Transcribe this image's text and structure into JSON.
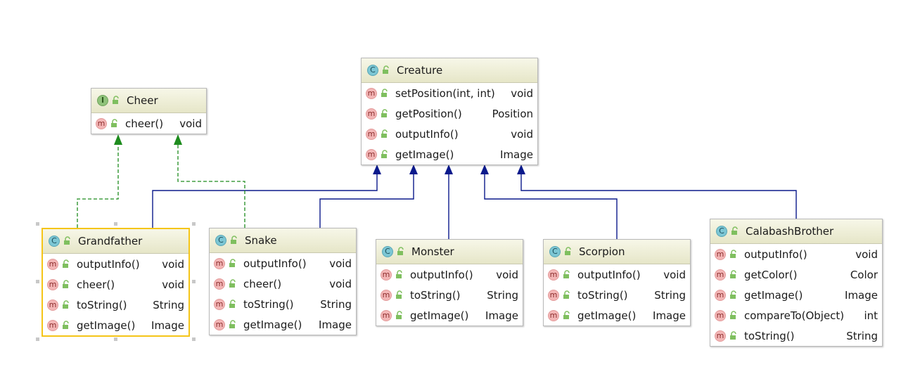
{
  "colors": {
    "inheritance": "#0b1a8c",
    "realization": "#1e8c1e",
    "selection": "#f5c518",
    "header": "#ecebd0"
  },
  "classes": {
    "cheer": {
      "kind": "I",
      "name": "Cheer",
      "methods": [
        {
          "name": "cheer()",
          "ret": "void"
        }
      ]
    },
    "creature": {
      "kind": "C",
      "name": "Creature",
      "methods": [
        {
          "name": "setPosition(int, int)",
          "ret": "void"
        },
        {
          "name": "getPosition()",
          "ret": "Position"
        },
        {
          "name": "outputInfo()",
          "ret": "void"
        },
        {
          "name": "getImage()",
          "ret": "Image"
        }
      ]
    },
    "grandfather": {
      "kind": "C",
      "name": "Grandfather",
      "methods": [
        {
          "name": "outputInfo()",
          "ret": "void"
        },
        {
          "name": "cheer()",
          "ret": "void"
        },
        {
          "name": "toString()",
          "ret": "String"
        },
        {
          "name": "getImage()",
          "ret": "Image"
        }
      ]
    },
    "snake": {
      "kind": "C",
      "name": "Snake",
      "methods": [
        {
          "name": "outputInfo()",
          "ret": "void"
        },
        {
          "name": "cheer()",
          "ret": "void"
        },
        {
          "name": "toString()",
          "ret": "String"
        },
        {
          "name": "getImage()",
          "ret": "Image"
        }
      ]
    },
    "monster": {
      "kind": "C",
      "name": "Monster",
      "methods": [
        {
          "name": "outputInfo()",
          "ret": "void"
        },
        {
          "name": "toString()",
          "ret": "String"
        },
        {
          "name": "getImage()",
          "ret": "Image"
        }
      ]
    },
    "scorpion": {
      "kind": "C",
      "name": "Scorpion",
      "methods": [
        {
          "name": "outputInfo()",
          "ret": "void"
        },
        {
          "name": "toString()",
          "ret": "String"
        },
        {
          "name": "getImage()",
          "ret": "Image"
        }
      ]
    },
    "calabash": {
      "kind": "C",
      "name": "CalabashBrother",
      "methods": [
        {
          "name": "outputInfo()",
          "ret": "void"
        },
        {
          "name": "getColor()",
          "ret": "Color"
        },
        {
          "name": "getImage()",
          "ret": "Image"
        },
        {
          "name": "compareTo(Object)",
          "ret": "int"
        },
        {
          "name": "toString()",
          "ret": "String"
        }
      ]
    }
  }
}
